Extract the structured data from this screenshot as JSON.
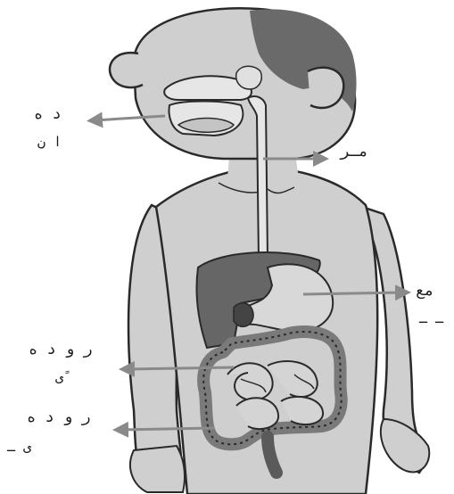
{
  "labels": {
    "mouth": {
      "line1": "د ه",
      "line2": "ا ن"
    },
    "esophagus": {
      "line1": "مـر"
    },
    "stomach": {
      "line1": "مع",
      "line2": "ـ ـ"
    },
    "small_intestine": {
      "line1": "ر و د ه",
      "line2": "ی ً"
    },
    "large_intestine": {
      "line1": "ر و د ه",
      "line2": "ی ـ"
    }
  },
  "colors": {
    "skin": "#cfcfcf",
    "hair": "#6a6a6a",
    "outline": "#2a2a2a",
    "arrow": "#8a8a8a",
    "liver": "#666666",
    "stomach": "#d8d8d8",
    "intestine": "#7a7a7a",
    "tract": "#e6e6e6"
  }
}
